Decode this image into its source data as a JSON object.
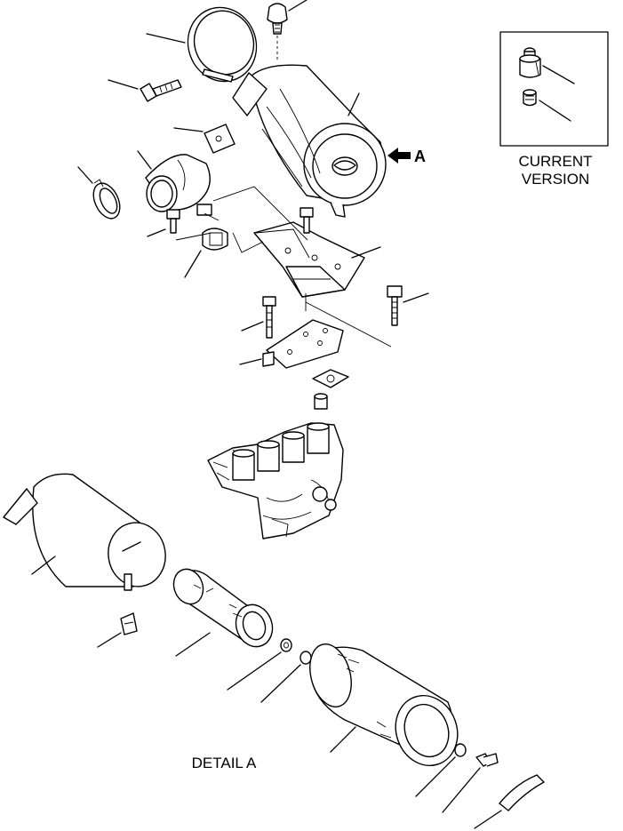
{
  "view_label": "A",
  "inset": {
    "line1": "CURRENT",
    "line2": "VERSION"
  },
  "detail_label": "DETAIL A"
}
